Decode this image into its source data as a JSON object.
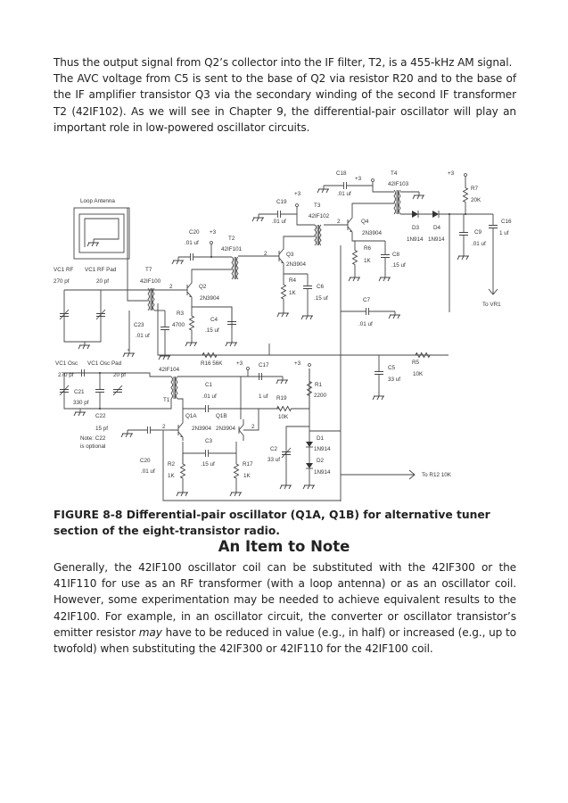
{
  "intro": {
    "p1": "Thus the output signal from Q2’s collector into the IF filter, T2, is a 455-kHz AM signal.",
    "p2": "The AVC voltage from C5 is sent to the base of Q2 via resistor R20 and to the base of the IF amplifier transistor Q3 via the secondary winding of the second IF transformer T2 (42IF102). As we will see in Chapter 9, the differential-pair oscillator will play an important role in low-powered oscillator circuits."
  },
  "figure": {
    "caption": "FIGURE 8-8 Differential-pair oscillator (Q1A, Q1B) for alternative tuner section of the eight-transistor radio.",
    "labels": [
      "Loop Antenna",
      "VC1 RF",
      "270 pf",
      "VC1 RF Pad",
      "20 pf",
      "T7",
      "42IF100",
      "C20",
      "+3",
      ".01 uf",
      "T2",
      "42IF101",
      "Q2",
      "2N3904",
      "R3",
      "4700",
      "C4",
      ".15 uf",
      "C23",
      ".01 uf",
      "Q3",
      "2N3904",
      "R4",
      "1K",
      "C6",
      ".15 uf",
      "C19",
      ".01 uf",
      "+3",
      "T3",
      "42IF102",
      "C18",
      "+3",
      ".01 uf",
      "T4",
      "42IF103",
      "Q4",
      "2N3904",
      "R6",
      "1K",
      "C8",
      ".15 uf",
      "D3",
      "D4",
      "1N914",
      "1N914",
      "+3",
      "R7",
      "20K",
      "C9",
      ".01 uf",
      "C16",
      "1 uf",
      "To VR1",
      "C7",
      ".01 uf",
      "VC1 Osc",
      "VC1 Osc Pad",
      "270 pf",
      "20 pf",
      "42IF104",
      "C21",
      "330 pf",
      "T1",
      "C22",
      "15 pf",
      "Note: C22",
      "is optional",
      "C20",
      ".01 uf",
      "R16  56K",
      "+3",
      "C17",
      "1 uf",
      "C1",
      ".01 uf",
      "+3",
      "R19",
      "10K",
      "R1",
      "2200",
      "Q1A",
      "Q1B",
      "2N3904",
      "2N3904",
      "C3",
      ".15 uf",
      "R2",
      "1K",
      "R17",
      "1K",
      "C2",
      "33 uf",
      "D1",
      "1N914",
      "D2",
      "1N914",
      "C5",
      "33 uf",
      "R5",
      "10K",
      "To R12 10K",
      "2",
      "2",
      "2",
      "2",
      "2"
    ]
  },
  "section": {
    "heading": "An Item to Note",
    "body_before": "Generally, the 42IF100 oscillator coil can be substituted with the 42IF300 or the 41IF110 for use as an RF transformer (with a loop antenna) or as an oscillator coil. However, some experimentation may be needed to achieve equivalent results to the 42IF100. For example, in an oscillator circuit, the converter or oscillator transistor’s emitter resistor ",
    "body_emph": "may",
    "body_after": " have to be reduced in value (e.g., in half) or increased (e.g., up to twofold) when substituting the 42IF300 or 42IF110 for the 42IF100 coil."
  }
}
